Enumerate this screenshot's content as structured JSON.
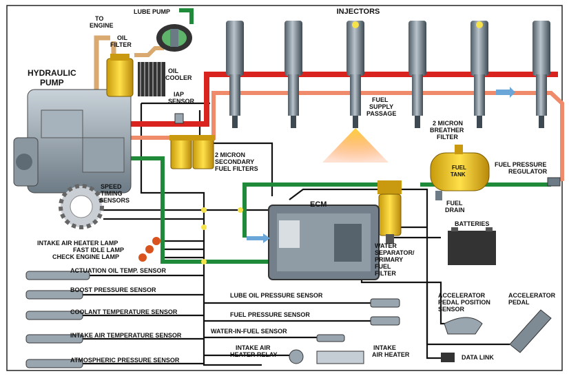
{
  "labels": {
    "injectors": "INJECTORS",
    "to_engine_1": "TO",
    "to_engine_2": "ENGINE",
    "lube_pump": "LUBE PUMP",
    "oil_filter_1": "OIL",
    "oil_filter_2": "FILTER",
    "oil_cooler_1": "OIL",
    "oil_cooler_2": "COOLER",
    "hydraulic_pump_1": "HYDRAULIC",
    "hydraulic_pump_2": "PUMP",
    "iap_sensor_1": "IAP",
    "iap_sensor_2": "SENSOR",
    "fuel_supply_1": "FUEL",
    "fuel_supply_2": "SUPPLY",
    "fuel_supply_3": "PASSAGE",
    "breather_1": "2 MICRON",
    "breather_2": "BREATHER",
    "breather_3": "FILTER",
    "secondary_1": "2 MICRON",
    "secondary_2": "SECONDARY",
    "secondary_3": "FUEL FILTERS",
    "fuel_tank_1": "FUEL",
    "fuel_tank_2": "TANK",
    "fpr_1": "FUEL PRESSURE",
    "fpr_2": "REGULATOR",
    "speed_1": "SPEED",
    "speed_2": "TIMING",
    "speed_3": "SENSORS",
    "ecm": "ECM",
    "fuel_drain_1": "FUEL",
    "fuel_drain_2": "DRAIN",
    "batteries": "BATTERIES",
    "intake_heater_lamp": "INTAKE AIR HEATER LAMP",
    "fast_idle_lamp": "FAST IDLE LAMP",
    "check_engine_lamp": "CHECK ENGINE LAMP",
    "water_sep_1": "WATER",
    "water_sep_2": "SEPARATOR/",
    "water_sep_3": "PRIMARY",
    "water_sep_4": "FUEL",
    "water_sep_5": "FILTER",
    "actuation_oil": "ACTUATION OIL TEMP. SENSOR",
    "boost_pressure": "BOOST PRESSURE SENSOR",
    "coolant_temp": "COOLANT TEMPERATURE SENSOR",
    "intake_air_temp": "INTAKE AIR TEMPERATURE SENSOR",
    "atmospheric": "ATMOSPHERIC PRESSURE SENSOR",
    "lube_oil_pressure": "LUBE  OIL PRESSURE SENSOR",
    "fuel_pressure_sensor": "FUEL PRESSURE SENSOR",
    "water_in_fuel": "WATER-IN-FUEL SENSOR",
    "heater_relay_1": "INTAKE AIR",
    "heater_relay_2": "HEATER RELAY",
    "intake_heater_1": "INTAKE",
    "intake_heater_2": "AIR HEATER",
    "app_sensor_1": "ACCELERATOR",
    "app_sensor_2": "PEDAL POSITION",
    "app_sensor_3": "SENSOR",
    "accel_pedal_1": "ACCELERATOR",
    "accel_pedal_2": "PEDAL",
    "data_link": "DATA LINK"
  },
  "colors": {
    "high_pressure_oil": "#d8231f",
    "low_pressure_fuel": "#ef8a6a",
    "fuel_return_green": "#1f8a3a",
    "wiring": "#111111",
    "component_steel": "#6f7f8c",
    "component_yellow": "#f2c21a",
    "lamp_orange": "#d9531e",
    "ecm_body": "#737f8a",
    "highlight": "#f6e24a"
  }
}
